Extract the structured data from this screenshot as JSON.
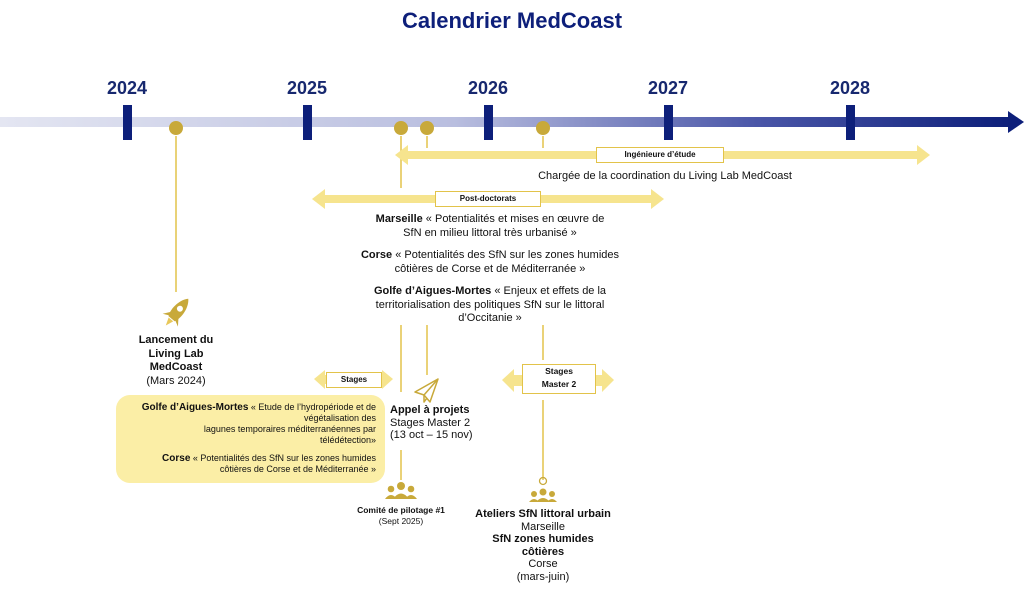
{
  "title": "Calendrier MedCoast",
  "years": [
    "2024",
    "2025",
    "2026",
    "2027",
    "2028"
  ],
  "colors": {
    "navy": "#0d1f7a",
    "gold": "#c8a93a",
    "lightgold": "#f6e48e",
    "box": "#fbeea6"
  },
  "icons": [
    "rocket-icon",
    "paper-plane-icon",
    "people-group-icon",
    "people-pin-icon"
  ],
  "ingenieur": {
    "label": "Ingénieure d’étude",
    "desc": "Chargée de la coordination du Living Lab MedCoast"
  },
  "postdoc": {
    "label": "Post-doctorats",
    "marseille_b": "Marseille",
    "marseille_1": " « Potentialités et mises en œuvre de",
    "marseille_2": "SfN en milieu littoral très urbanisé »",
    "corse_b": "Corse",
    "corse_1": " « Potentialités des SfN sur les zones humides",
    "corse_2": "côtières de Corse et de Méditerranée »",
    "golfe_b": "Golfe d’Aigues-Mortes",
    "golfe_1": " « Enjeux et effets de la",
    "golfe_2": "territorialisation des politiques SfN sur le littoral",
    "golfe_3": "d’Occitanie »"
  },
  "lancement": {
    "l1": "Lancement du",
    "l2": "Living Lab",
    "l3": "MedCoast",
    "date": "(Mars 2024)"
  },
  "stages": {
    "label": "Stages",
    "golfe_b": "Golfe d’Aigues-Mortes",
    "golfe_1": " « Etude de l’hydropériode et de",
    "golfe_2": "végétalisation des",
    "golfe_3": "lagunes temporaires méditerranéennes par",
    "golfe_4": "télédétection»",
    "corse_b": "Corse",
    "corse_1": " «  Potentialités des SfN sur les zones humides",
    "corse_2": "côtières de Corse et de Méditerranée  »"
  },
  "appel": {
    "title": "Appel à projets",
    "l2": "Stages Master 2",
    "l3": "(13 oct – 15 nov)"
  },
  "comite": {
    "title": "Comité de pilotage #1",
    "date": "(Sept 2025)"
  },
  "master2": {
    "label1": "Stages",
    "label2": "Master 2"
  },
  "ateliers": {
    "l1": "Ateliers SfN littoral urbain",
    "l2": "Marseille",
    "l3": "SfN zones humides",
    "l4": "côtières",
    "l5": "Corse",
    "l6": "(mars-juin)"
  }
}
